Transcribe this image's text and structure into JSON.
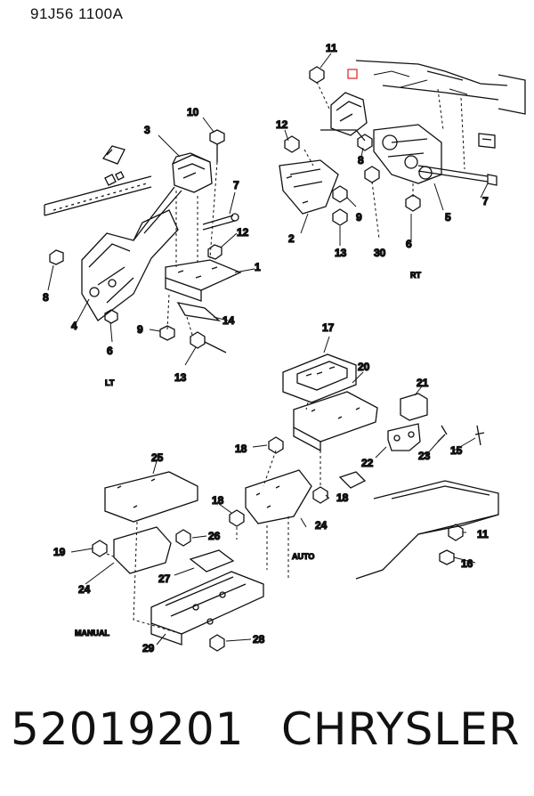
{
  "header": {
    "code": "91J56 1100A"
  },
  "footer": {
    "part_number": "52019201",
    "brand": "CHRYSLER"
  },
  "side_labels": {
    "left": "LT",
    "right": "RT",
    "auto": "AUTO",
    "manual": "MANUAL"
  },
  "callouts": {
    "c1": "1",
    "c2": "2",
    "c3": "3",
    "c4": "4",
    "c5": "5",
    "c6": "6",
    "c7": "7",
    "c8": "8",
    "c9": "9",
    "c10": "10",
    "c11": "11",
    "c12": "12",
    "c13": "13",
    "c14": "14",
    "c15": "15",
    "c16": "16",
    "c17": "17",
    "c18": "18",
    "c19": "19",
    "c20": "20",
    "c21": "21",
    "c22": "22",
    "c23": "23",
    "c24": "24",
    "c25": "25",
    "c26": "26",
    "c27": "27",
    "c28": "28",
    "c29": "29",
    "c30": "30"
  },
  "colors": {
    "ink": "#111111",
    "highlight": "#e02020",
    "paper": "#ffffff"
  }
}
